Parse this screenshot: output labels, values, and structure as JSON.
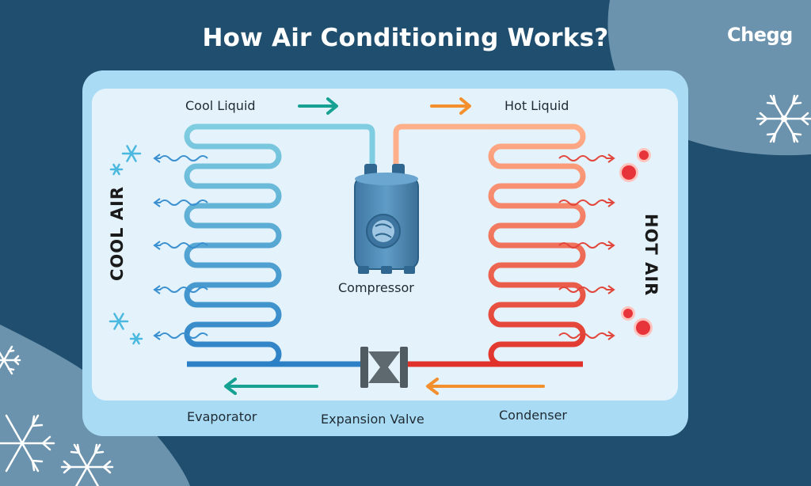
{
  "header": {
    "title": "How Air Conditioning Works?",
    "brand": "Chegg"
  },
  "labels": {
    "cool_liquid": "Cool Liquid",
    "hot_liquid": "Hot Liquid",
    "compressor": "Compressor",
    "evaporator": "Evaporator",
    "expansion_valve": "Expansion Valve",
    "condenser": "Condenser",
    "cool_air": "COOL AIR",
    "hot_air": "HOT AIR"
  },
  "colors": {
    "background": "#1f4e6e",
    "panel": "#a9dcf4",
    "panel_inner": "#e4f3fb",
    "cool_pipe_light": "#7fcde0",
    "cool_pipe_dark": "#2c80c6",
    "hot_pipe_light": "#ffb08a",
    "hot_pipe_dark": "#e0322a",
    "arrow_teal": "#16a192",
    "arrow_orange": "#f3902d",
    "compressor": "#4f89b3",
    "valve": "#505a61"
  },
  "icons": [
    "snowflake-icon",
    "hot-dot-icon",
    "wavy-arrow-icon",
    "compressor-icon",
    "valve-icon"
  ]
}
